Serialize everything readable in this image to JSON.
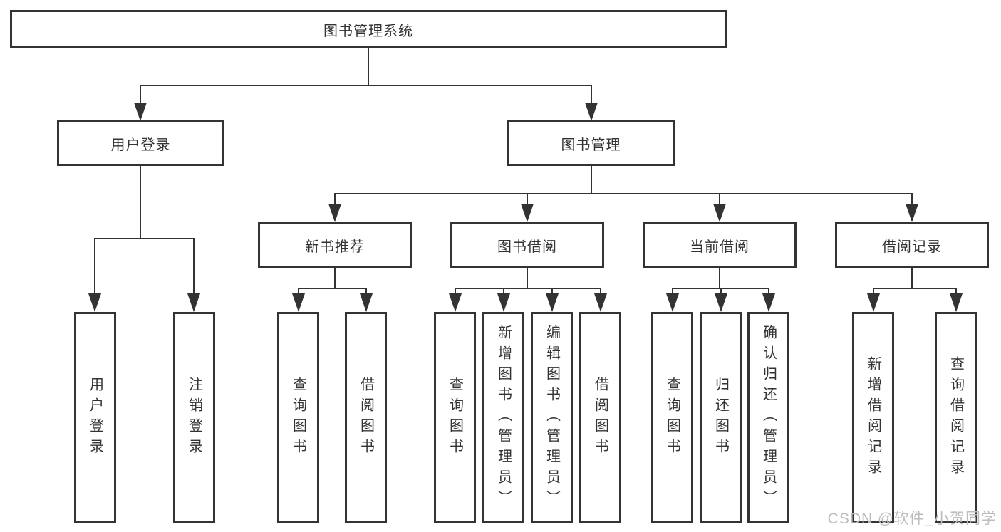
{
  "diagram": {
    "root": "图书管理系统",
    "level2": [
      "用户登录",
      "图书管理"
    ],
    "level3": [
      "新书推荐",
      "图书借阅",
      "当前借阅",
      "借阅记录"
    ],
    "leaves_user": [
      "用户登录",
      "注销登录"
    ],
    "leaves_newbook": [
      "查询图书",
      "借阅图书"
    ],
    "leaves_borrow": [
      "查询图书",
      "新增图书（管理员）",
      "编辑图书（管理员）",
      "借阅图书"
    ],
    "leaves_current": [
      "查询图书",
      "归还图书",
      "确认归还（管理员）"
    ],
    "leaves_records": [
      "新增借阅记录",
      "查询借阅记录"
    ]
  },
  "colors": {
    "line": "#333333",
    "text": "#333333",
    "watermark_text_color": "#bdbdbd",
    "background": "#ffffff"
  },
  "watermark": "CSDN @软件_小贺同学"
}
